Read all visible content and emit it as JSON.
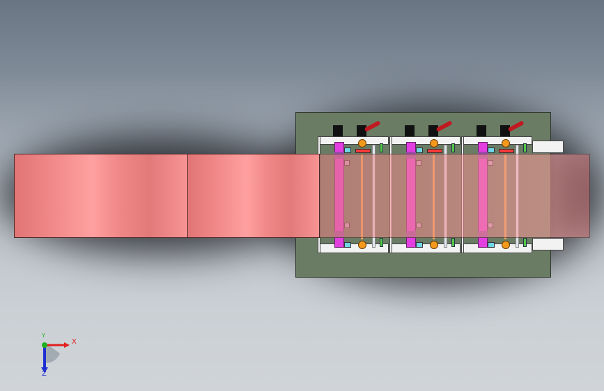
{
  "triad": {
    "x_label": "X",
    "y_label": "Y",
    "z_label": "Z"
  },
  "colors": {
    "fixture_plate": "#6b7c65",
    "material_strip": "#f38c8c",
    "guide_bar": "#e33fe0",
    "lever": "#c0191f",
    "x_axis": "#e02020",
    "y_axis": "#20b020",
    "z_axis": "#2030d0"
  }
}
